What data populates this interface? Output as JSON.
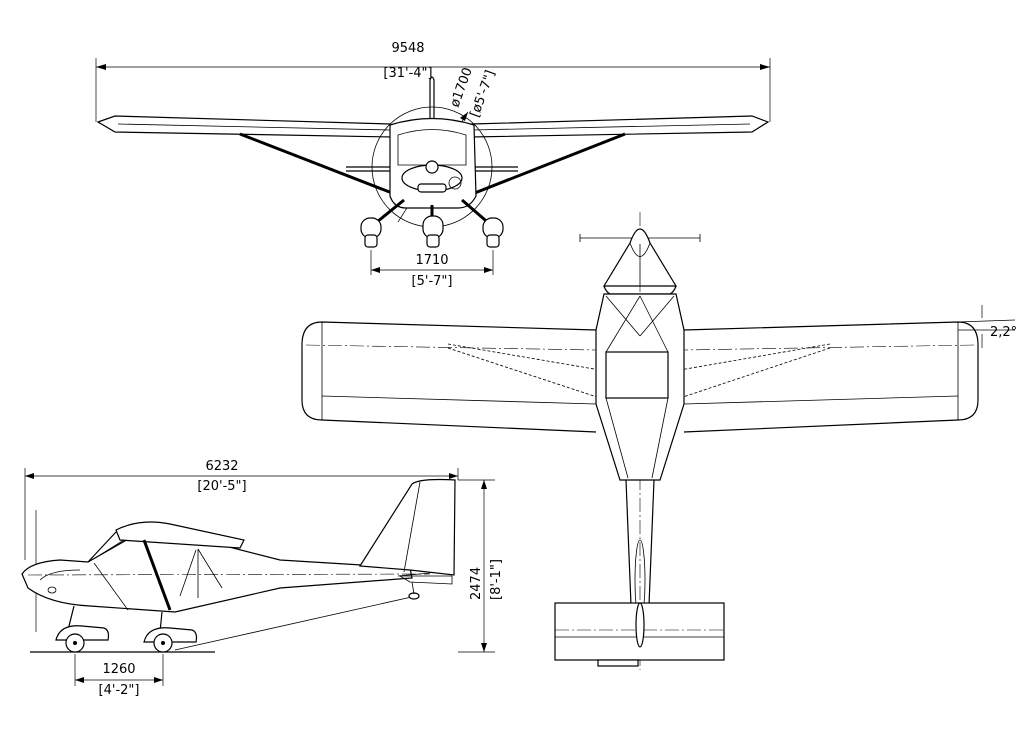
{
  "dimensions": {
    "wingspan_mm": "9548",
    "wingspan_ft": "[31'-4\"]",
    "prop_diameter_mm": "ø1700",
    "prop_diameter_ft": "[ø5'-7\"]",
    "track_mm": "1710",
    "track_ft": "[5'-7\"]",
    "length_mm": "6232",
    "length_ft": "[20'-5\"]",
    "height_mm": "2474",
    "height_ft": "[8'-1\"]",
    "wheelbase_mm": "1260",
    "wheelbase_ft": "[4'-2\"]",
    "dihedral": "2,2°"
  }
}
